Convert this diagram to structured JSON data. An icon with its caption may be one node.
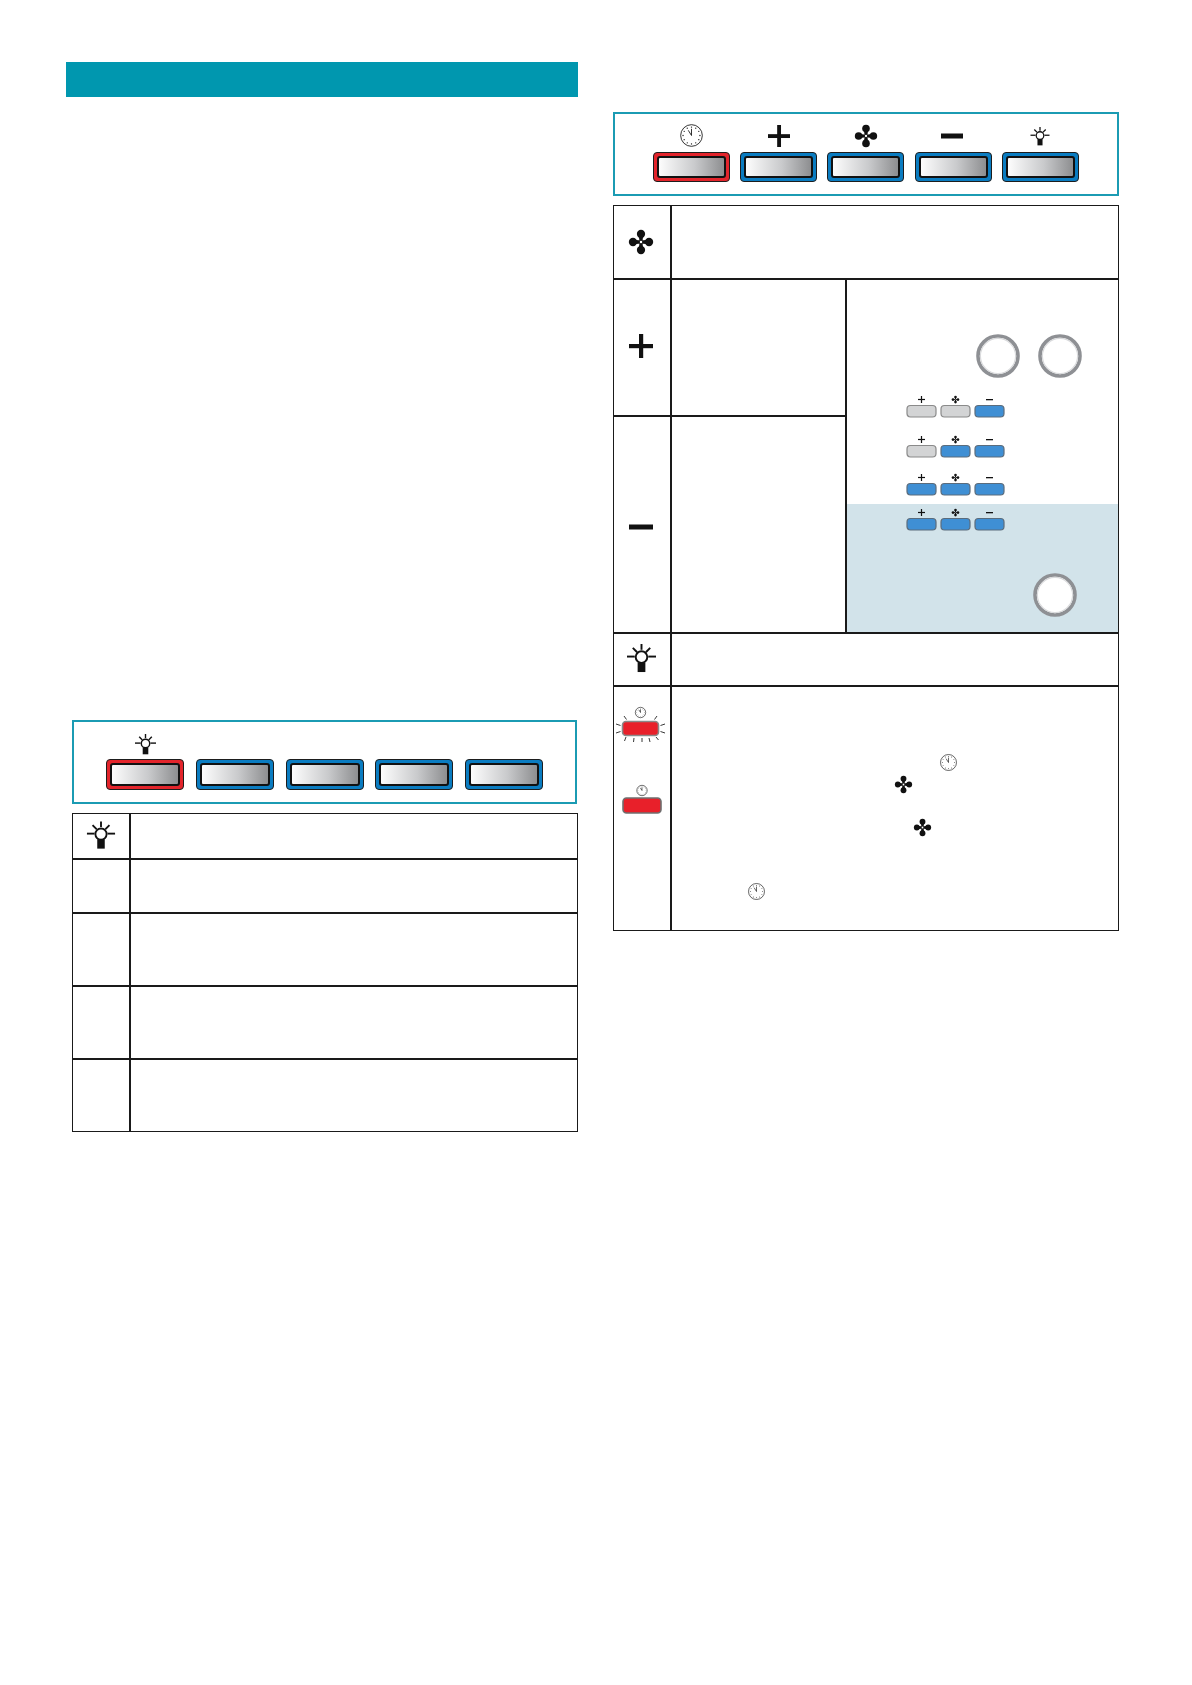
{
  "diagram": {
    "nodes": [
      {
        "text": [],
        "shape": "box"
      },
      {
        "text": [],
        "shape": "box",
        "in": 0
      },
      {
        "text": [],
        "shape": "box",
        "in": 0
      },
      {
        "text": [],
        "shape": "box",
        "in": 0
      },
      {
        "text": [],
        "shape": "box",
        "in": 0
      },
      {
        "text": [],
        "shape": "box",
        "in": 0
      },
      {
        "text": [],
        "shape": "box"
      },
      {
        "text": [],
        "shape": "box",
        "in": 6
      },
      {
        "text": [],
        "shape": "box",
        "in": 6
      },
      {
        "text": [],
        "shape": "box",
        "in": 6
      },
      {
        "text": [],
        "shape": "box",
        "in": 6
      },
      {
        "text": [],
        "shape": "box",
        "in": 6
      }
    ]
  }
}
